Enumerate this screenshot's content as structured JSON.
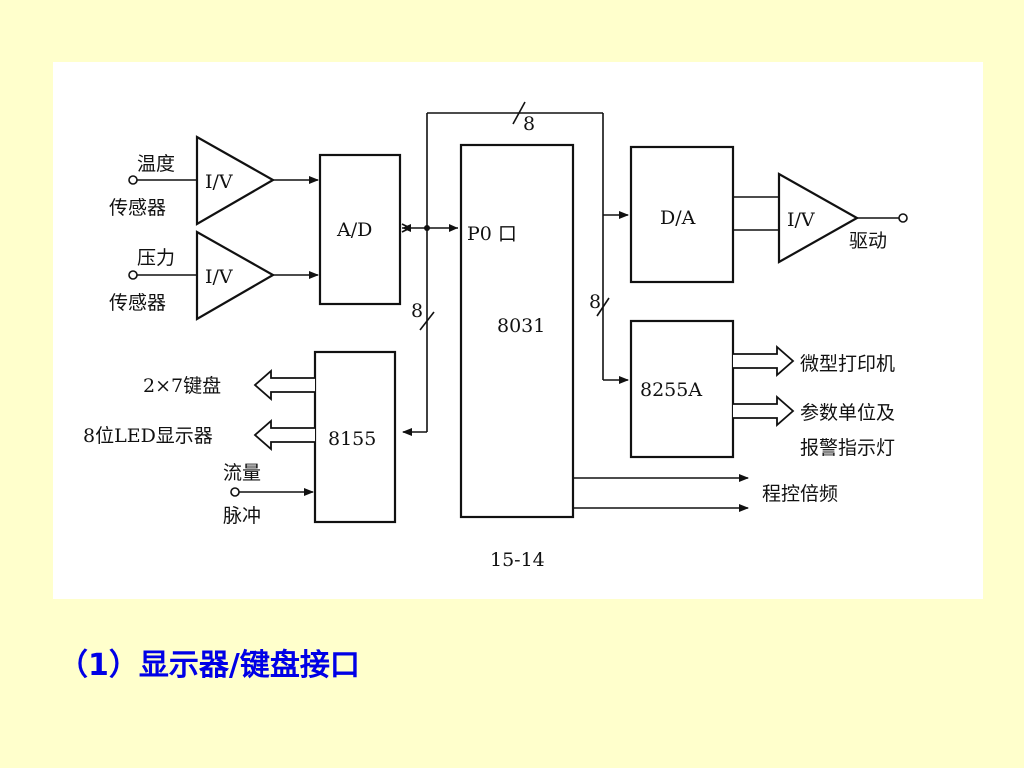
{
  "diagram": {
    "sensors": {
      "temperature_line1": "温度",
      "temperature_line2": "传感器",
      "pressure_line1": "压力",
      "pressure_line2": "传感器"
    },
    "iv_label": "I/V",
    "ad_label": "A/D",
    "da_label": "D/A",
    "cpu_port": "P0 口",
    "cpu_label": "8031",
    "chip_8155": "8155",
    "chip_8255": "8255A",
    "bus_width": "8",
    "outputs": {
      "drive": "驱动",
      "printer": "微型打印机",
      "params_line1": "参数单位及",
      "params_line2": "报警指示灯",
      "freq": "程控倍频"
    },
    "io_8155": {
      "keyboard": "2×7键盘",
      "display": "8位LED显示器",
      "flow_line1": "流量",
      "flow_line2": "脉冲"
    },
    "figure_number": "15-14"
  },
  "caption": "（1）显示器/键盘接口"
}
